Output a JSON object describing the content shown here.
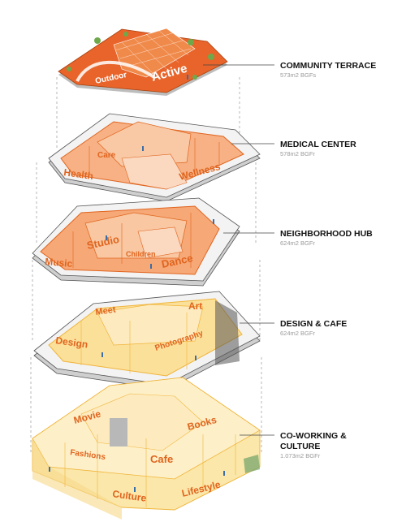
{
  "levels": [
    {
      "title": "COMMUNITY TERRACE",
      "area": "573m2 BGFs",
      "rooms": [
        "Outdoor",
        "Active"
      ]
    },
    {
      "title": "MEDICAL CENTER",
      "area": "578m2 BGFr",
      "rooms": [
        "Care",
        "Health",
        "Wellness"
      ]
    },
    {
      "title": "NEIGHBORHOOD HUB",
      "area": "624m2 BGFr",
      "rooms": [
        "Studio",
        "Children",
        "Music",
        "Dance"
      ]
    },
    {
      "title": "DESIGN & CAFE",
      "area": "624m2 BGFr",
      "rooms": [
        "Meet",
        "Art",
        "Design",
        "Photography"
      ]
    },
    {
      "title_line1": "CO-WORKING &",
      "title_line2": "CULTURE",
      "area": "1.073m2 BGFr",
      "rooms": [
        "Movie",
        "Books",
        "Fashions",
        "Cafe",
        "Culture",
        "Lifestyle"
      ]
    }
  ],
  "colors": {
    "orange": "#e0641e",
    "orange_light": "#f3a36a",
    "yellow": "#f5c94a",
    "yellow_light": "#fbe7a9",
    "slab": "#d9d9d9",
    "line": "#555555"
  }
}
